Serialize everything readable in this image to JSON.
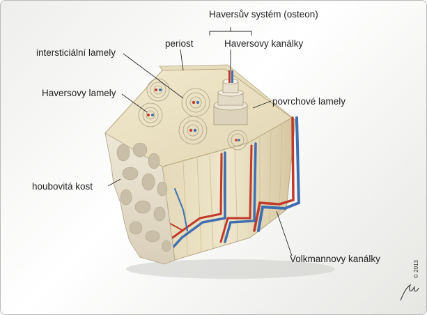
{
  "labels": {
    "osteon_system": "Haversův systém (osteon)",
    "periosteum": "periost",
    "haversian_canals": "Haversovy kanálky",
    "interstitial_lamellae": "intersticiální lamely",
    "haversian_lamellae": "Haversovy lamely",
    "surface_lamellae": "povrchové lamely",
    "spongy_bone": "houbovitá kost",
    "volkmann_canals": "Volkmannovy kanálky"
  },
  "copyright": "© 2013",
  "colors": {
    "bone_face": "#ece3c7",
    "bone_side": "#d8cba6",
    "artery": "#c0392b",
    "vein": "#3f6fb0",
    "leader": "#222222"
  }
}
